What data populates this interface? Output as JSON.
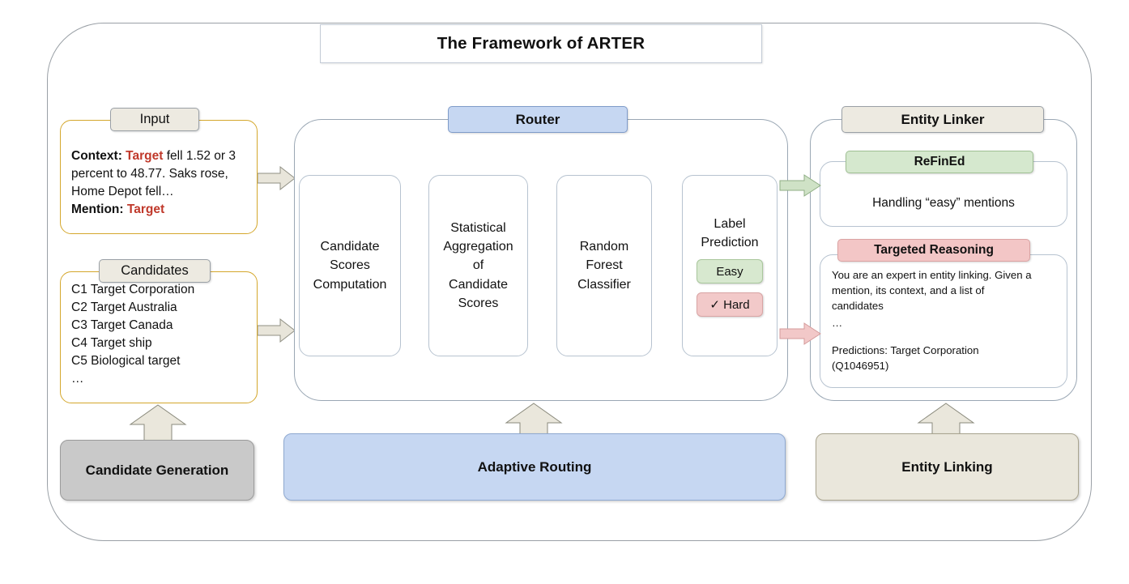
{
  "title": "The Framework of ARTER",
  "colors": {
    "gold_border": "#d4a72c",
    "panel_border": "#9aa7b4",
    "router_accent": "#c6d7f2",
    "refined_accent": "#d5e8ce",
    "targeted_accent": "#f3c6c6",
    "beige_accent": "#edeae1",
    "gray_accent": "#c9c9c9",
    "mention_red": "#c0392b",
    "arrow_gray": "#e8e5da",
    "arrow_green": "#cfe2c6",
    "arrow_pink": "#f2c8c8",
    "arrow_black": "#000000"
  },
  "input_panel": {
    "caption": "Input",
    "context_label": "Context:",
    "mention_inline": "Target",
    "context_rest_1": " fell 1.52 or 3",
    "context_line_2": "percent to 48.77. Saks rose,",
    "context_line_3": "Home Depot fell…",
    "mention_label": "Mention:",
    "mention_value": "Target"
  },
  "candidates_panel": {
    "caption": "Candidates",
    "items": [
      "C1 Target Corporation",
      "C2 Target Australia",
      "C3 Target Canada",
      "C4 Target ship",
      "C5 Biological target",
      "…"
    ]
  },
  "router_panel": {
    "caption": "Router",
    "stages": [
      {
        "lines": [
          "Candidate",
          "Scores",
          "Computation"
        ]
      },
      {
        "lines": [
          "Statistical",
          "Aggregation",
          "of",
          "Candidate",
          "Scores"
        ]
      },
      {
        "lines": [
          "Random",
          "Forest",
          "Classifier"
        ]
      },
      {
        "lines": [
          "Label",
          "Prediction"
        ]
      }
    ],
    "label_prediction": {
      "easy": "Easy",
      "hard": "✓ Hard"
    }
  },
  "entity_linker_panel": {
    "caption": "Entity Linker",
    "refined": {
      "caption": "ReFinEd",
      "body": "Handling “easy” mentions"
    },
    "targeted_reasoning": {
      "caption": "Targeted Reasoning",
      "line_1": "You are an expert in entity linking. Given a",
      "line_2": "mention, its context, and a list of",
      "line_3": "candidates",
      "line_4": "…",
      "line_5": "Predictions: Target Corporation",
      "line_6": "(Q1046951)"
    }
  },
  "banners": {
    "candidate_generation": "Candidate Generation",
    "adaptive_routing": "Adaptive Routing",
    "entity_linking": "Entity Linking"
  }
}
